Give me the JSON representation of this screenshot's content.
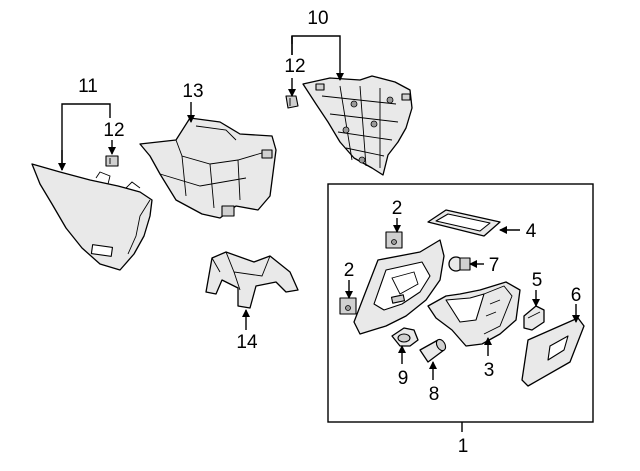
{
  "callouts": [
    {
      "id": "1",
      "label": "1"
    },
    {
      "id": "2a",
      "label": "2"
    },
    {
      "id": "2b",
      "label": "2"
    },
    {
      "id": "3",
      "label": "3"
    },
    {
      "id": "4",
      "label": "4"
    },
    {
      "id": "5",
      "label": "5"
    },
    {
      "id": "6",
      "label": "6"
    },
    {
      "id": "7",
      "label": "7"
    },
    {
      "id": "8",
      "label": "8"
    },
    {
      "id": "9",
      "label": "9"
    },
    {
      "id": "10",
      "label": "10"
    },
    {
      "id": "11",
      "label": "11"
    },
    {
      "id": "12a",
      "label": "12"
    },
    {
      "id": "12b",
      "label": "12"
    },
    {
      "id": "13",
      "label": "13"
    },
    {
      "id": "14",
      "label": "14"
    }
  ],
  "colors": {
    "line": "#000000",
    "part_fill": "#e9e9e9",
    "background": "#ffffff"
  }
}
